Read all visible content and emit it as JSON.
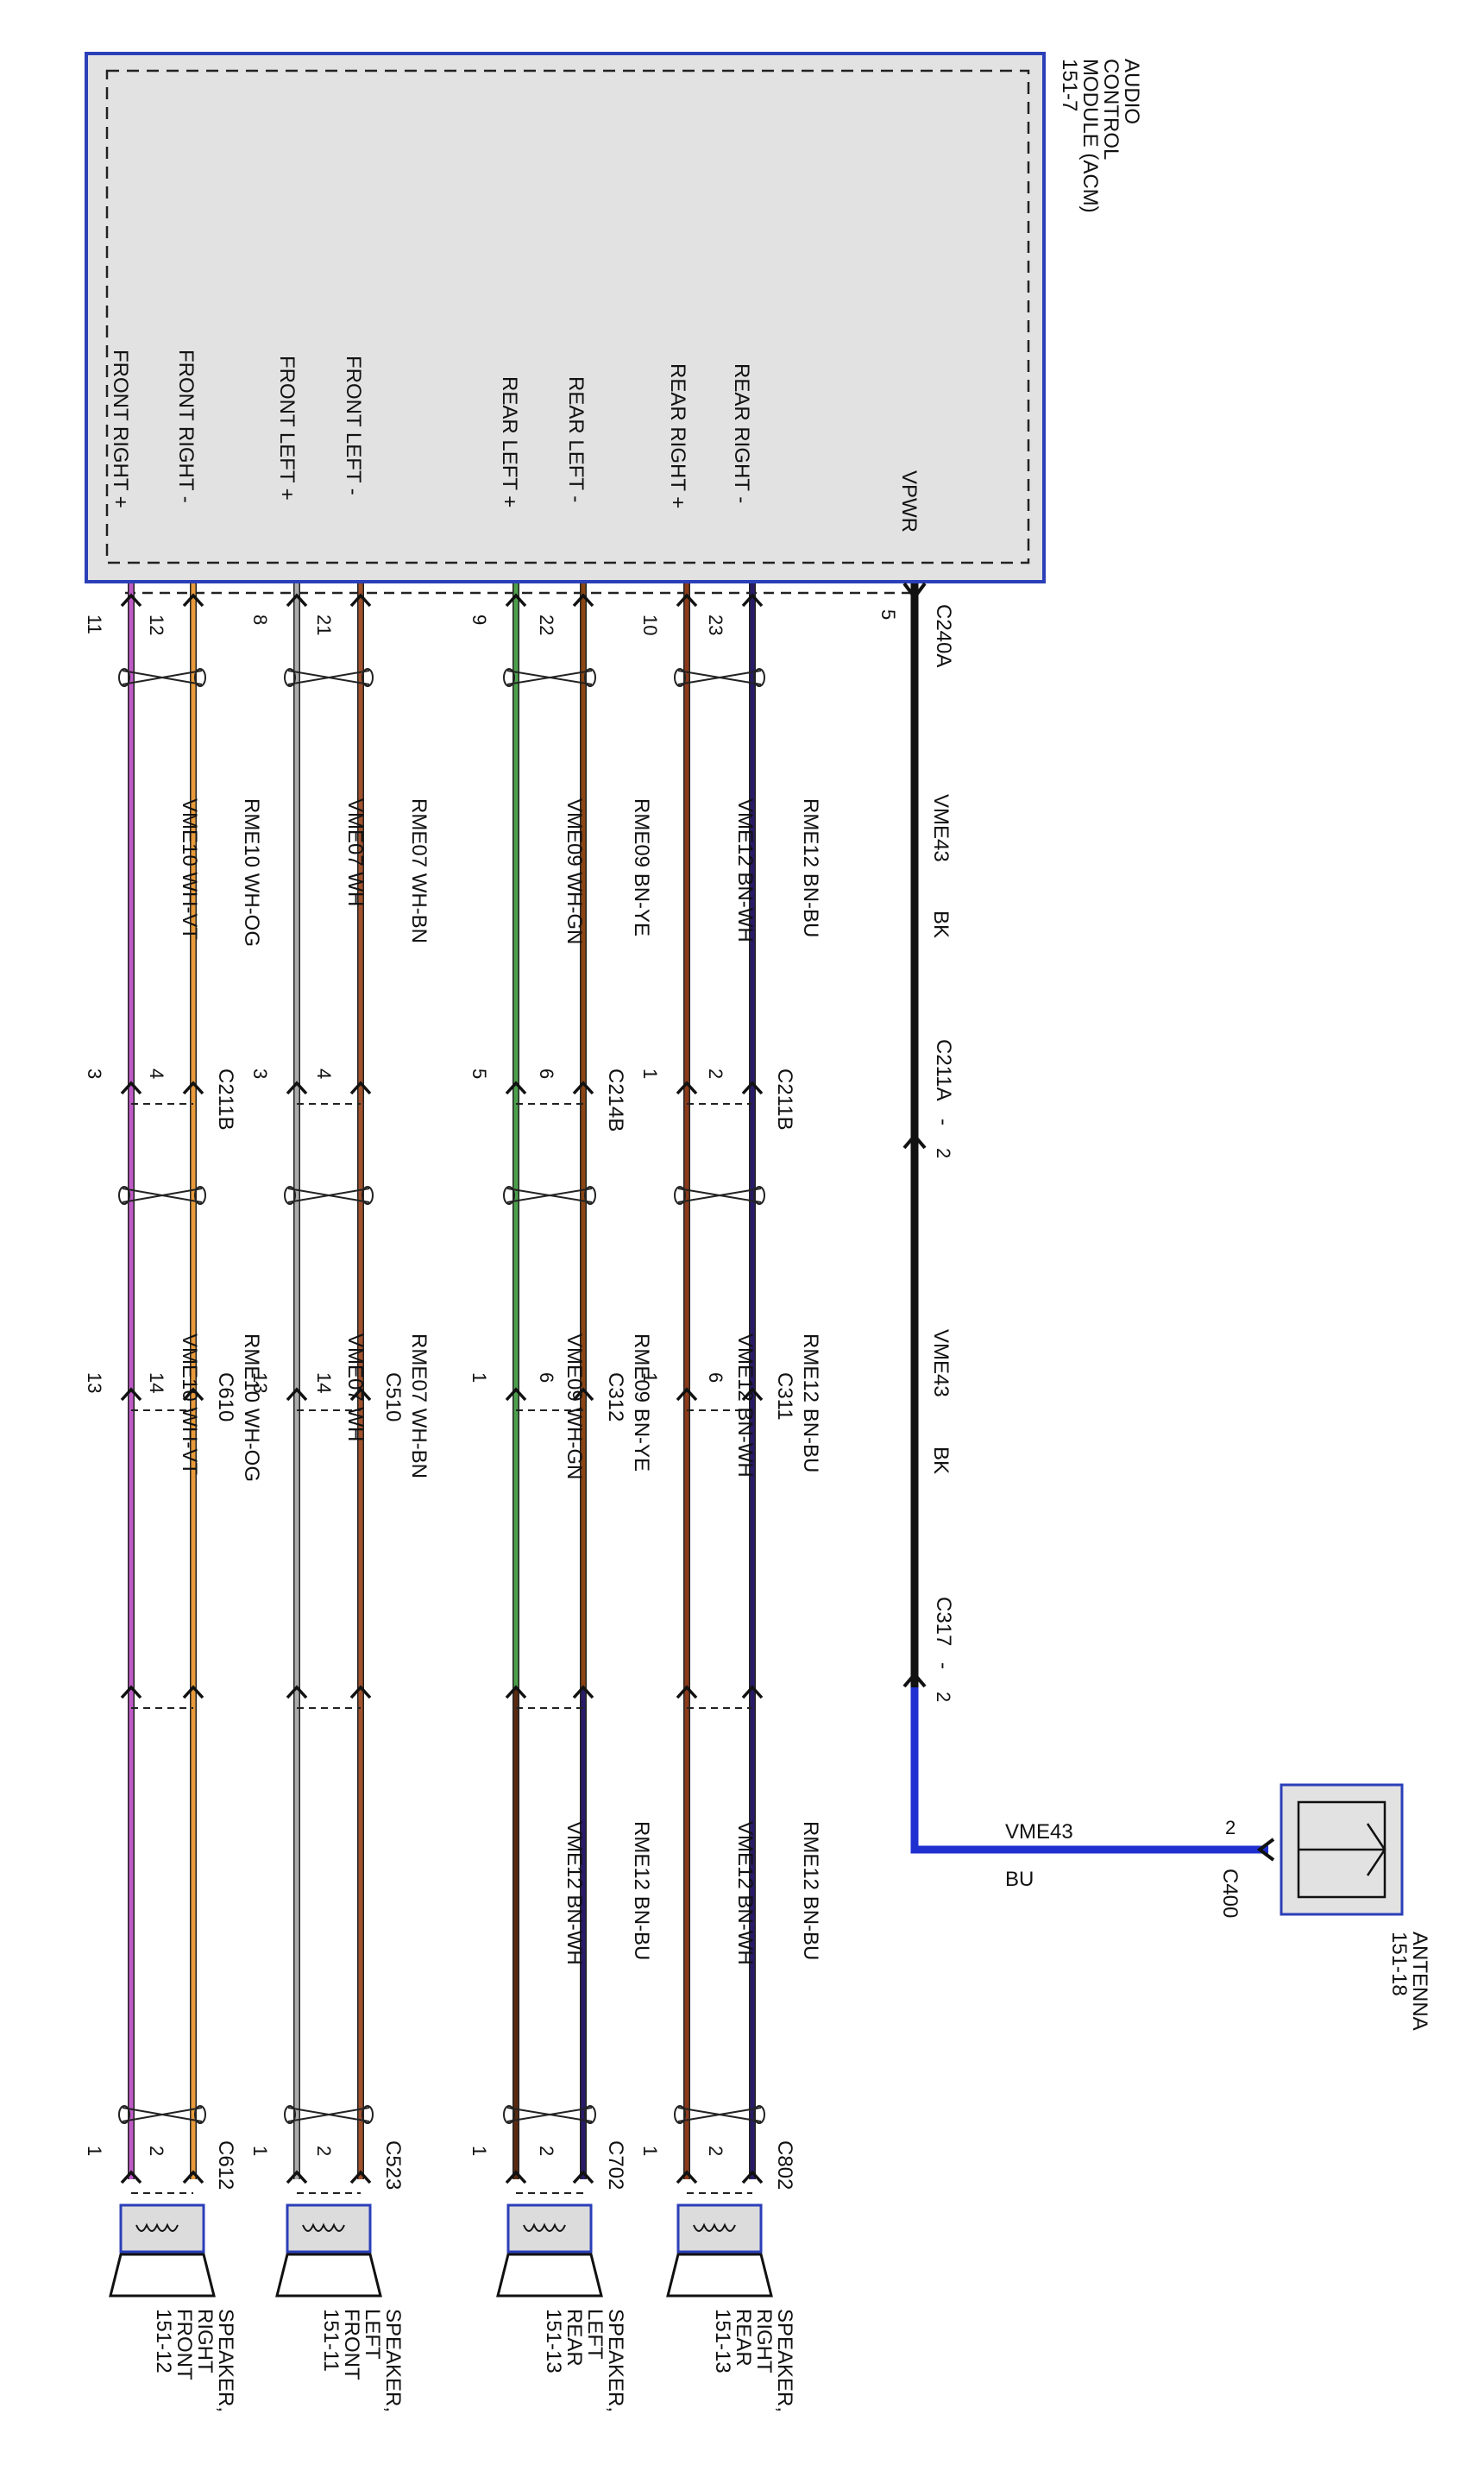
{
  "module": {
    "name_lines": [
      "AUDIO",
      "CONTROL",
      "MODULE (ACM)",
      "151-7"
    ],
    "connector": "C240A",
    "signals": [
      "FRONT RIGHT +",
      "FRONT RIGHT -",
      "FRONT LEFT +",
      "FRONT LEFT -",
      "REAR LEFT +",
      "REAR LEFT -",
      "REAR RIGHT +",
      "REAR RIGHT -",
      "VPWR"
    ]
  },
  "power": {
    "pin": "5",
    "circuit": "VME43",
    "color_code": "BK",
    "inline1": {
      "name": "C211A",
      "pin": "2"
    },
    "inline2": {
      "name": "C317",
      "pin": "2"
    },
    "bus_circuit": "VME43",
    "bus_color": "BU",
    "antenna_pin": "2",
    "antenna_connector": "C400",
    "antenna_lines": [
      "ANTENNA",
      "151-18"
    ]
  },
  "groups": [
    {
      "id": "front-right",
      "pins_acm": [
        "11",
        "12"
      ],
      "circuits_a": [
        "VME10  WH-VT",
        "RME10  WH-OG"
      ],
      "inline1": {
        "name": "C211B",
        "pins": [
          "3",
          "4"
        ]
      },
      "inline2": {
        "name": "C610",
        "pins": [
          "13",
          "14"
        ]
      },
      "circuits_b": [
        "VME10  WH-VT",
        "RME10  WH-OG"
      ],
      "circuits_c": [
        "",
        ""
      ],
      "speaker_connector": "C612",
      "speaker_pins": [
        "1",
        "2"
      ],
      "speaker_lines": [
        "SPEAKER,",
        "RIGHT",
        "FRONT",
        "151-12"
      ]
    },
    {
      "id": "front-left",
      "pins_acm": [
        "8",
        "21"
      ],
      "circuits_a": [
        "VME07  WH",
        "RME07  WH-BN"
      ],
      "inline1": {
        "name": "",
        "pins": [
          "3",
          "4"
        ]
      },
      "inline2": {
        "name": "C510",
        "pins": [
          "13",
          "14"
        ]
      },
      "circuits_b": [
        "VME07  WH",
        "RME07  WH-BN"
      ],
      "circuits_c": [
        "",
        ""
      ],
      "speaker_connector": "C523",
      "speaker_pins": [
        "1",
        "2"
      ],
      "speaker_lines": [
        "SPEAKER,",
        "LEFT",
        "FRONT",
        "151-11"
      ]
    },
    {
      "id": "rear-left",
      "pins_acm": [
        "9",
        "22"
      ],
      "circuits_a": [
        "VME09  WH-GN",
        "RME09  BN-YE"
      ],
      "inline1": {
        "name": "C214B",
        "pins": [
          "5",
          "6"
        ]
      },
      "inline2": {
        "name": "C312",
        "pins": [
          "1",
          "6"
        ]
      },
      "circuits_b": [
        "VME09  WH-GN",
        "RME09  BN-YE"
      ],
      "circuits_c": [
        "VME12  BN-WH",
        "RME12  BN-BU"
      ],
      "speaker_connector": "C702",
      "speaker_pins": [
        "1",
        "2"
      ],
      "speaker_lines": [
        "SPEAKER,",
        "LEFT",
        "REAR",
        "151-13"
      ]
    },
    {
      "id": "rear-right",
      "pins_acm": [
        "10",
        "23"
      ],
      "circuits_a": [
        "VME12  BN-WH",
        "RME12  BN-BU"
      ],
      "inline1": {
        "name": "C211B",
        "pins": [
          "1",
          "2"
        ]
      },
      "inline2": {
        "name": "C311",
        "pins": [
          "1",
          "6"
        ]
      },
      "circuits_b": [
        "VME12  BN-WH",
        "RME12  BN-BU"
      ],
      "circuits_c": [
        "VME12  BN-WH",
        "RME12  BN-BU"
      ],
      "speaker_connector": "C802",
      "speaker_pins": [
        "1",
        "2"
      ],
      "speaker_lines": [
        "SPEAKER,",
        "RIGHT",
        "REAR",
        "151-13"
      ]
    }
  ],
  "colors": {
    "module_fill": "#e2e2e2",
    "module_border": "#2b3fb8",
    "power_wire": "#111111",
    "antenna_wire": "#1f2fd0"
  }
}
